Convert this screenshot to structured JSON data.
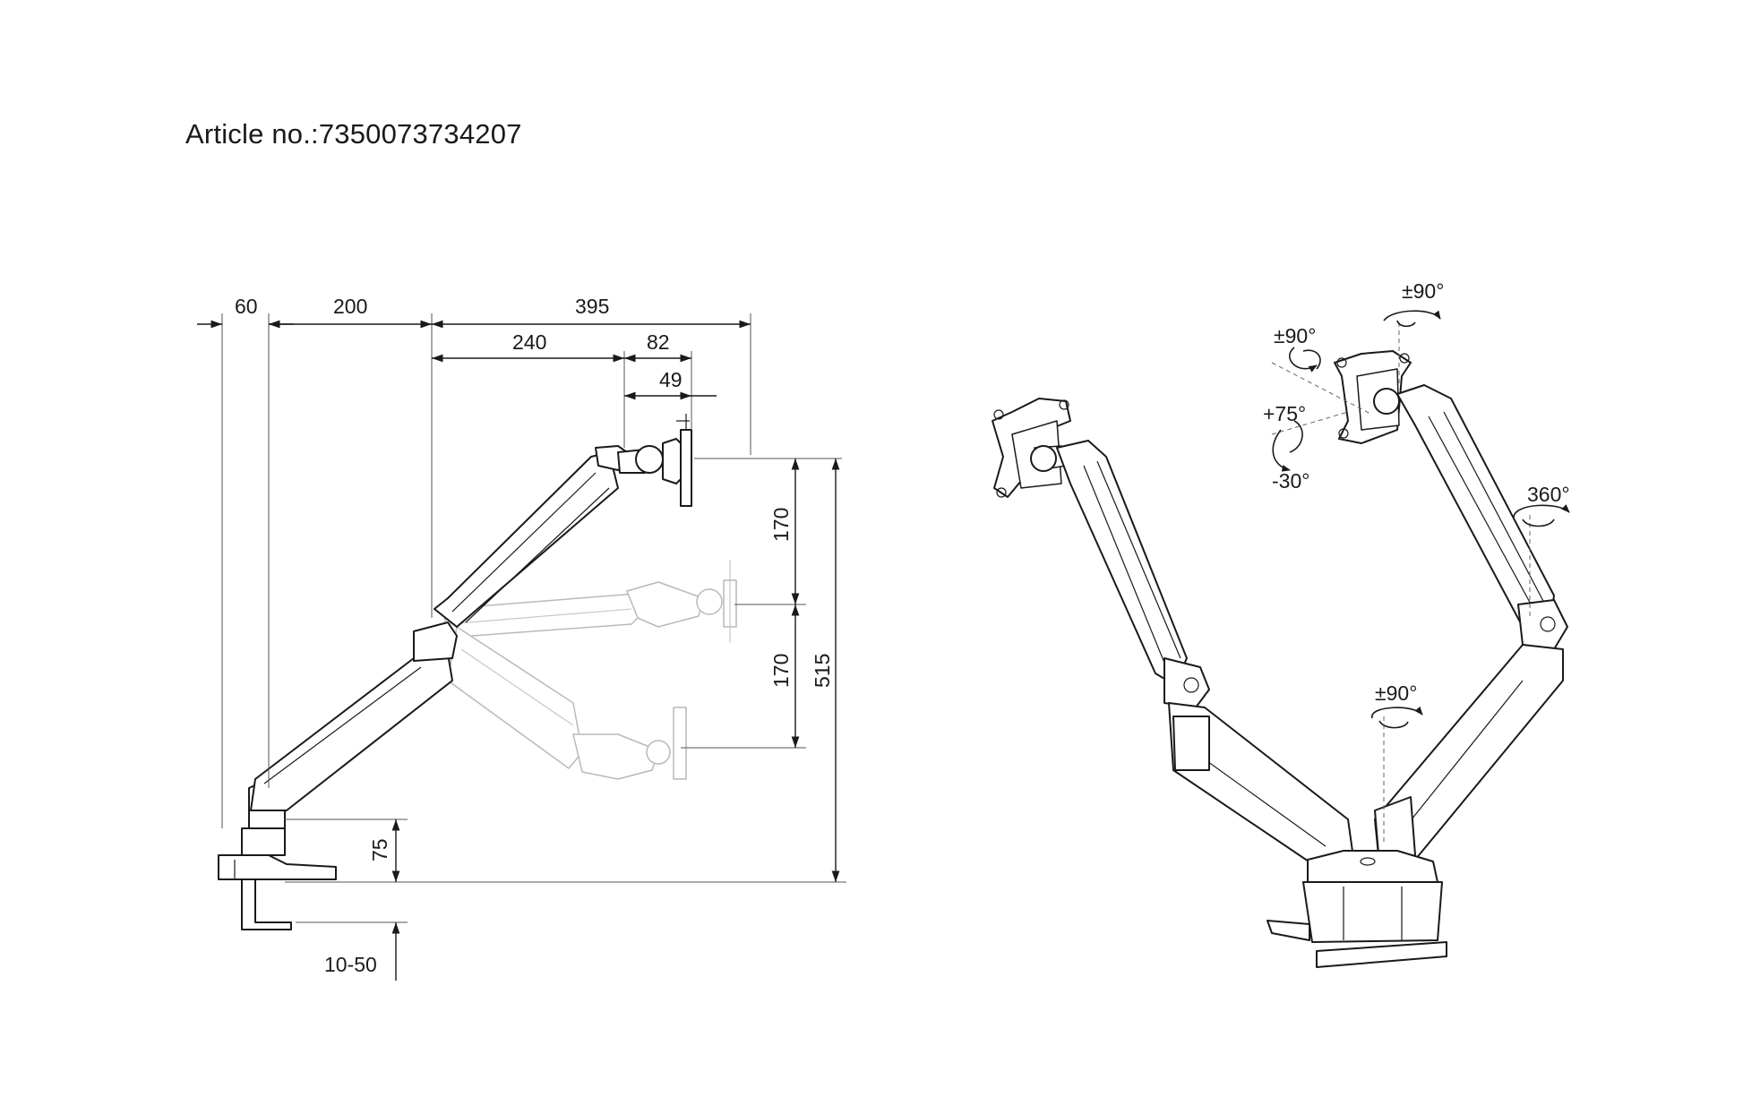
{
  "title": "Article no.:7350073734207",
  "colors": {
    "line": "#1a1a1a",
    "ghost": "#b9b9b9",
    "background": "#ffffff"
  },
  "dimensions": {
    "d60": "60",
    "d200": "200",
    "d395": "395",
    "d240": "240",
    "d82": "82",
    "d49": "49",
    "d170a": "170",
    "d170b": "170",
    "d515": "515",
    "d75": "75",
    "d1050": "10-50"
  },
  "rotations": {
    "top_head": "±90°",
    "left_head": "±90°",
    "tilt_up": "+75°",
    "tilt_down": "-30°",
    "arm_joint": "360°",
    "base": "±90°"
  }
}
